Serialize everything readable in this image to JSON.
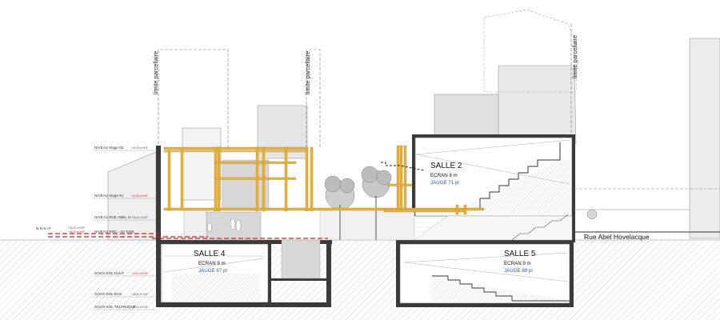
{
  "section": {
    "limite_labels": [
      "limite parcellaire",
      "limite parcellaire",
      "limite parcellaire"
    ],
    "street": "Rue Abel Hovelacque",
    "levels": [
      {
        "name": "NIVEAU étage 02",
        "value": "+40,45 m  NGF",
        "red": false
      },
      {
        "name": "NIVEAU étage 01",
        "value": "+40,35 m  NGF",
        "red": true
      },
      {
        "name": "NIVEAU RUE ABEL H.",
        "value": "+36,45 m  NGF",
        "red": false
      },
      {
        "name": "N.N.S.I.F.",
        "value": "+35,40 m  NGF",
        "red": false
      },
      {
        "name": "NIVEAU RDC - AV GOB",
        "value": "+35,25 m  NGF",
        "red": true
      },
      {
        "name": "SOUS-SOL HAUT",
        "value": "+31,80 m  NGF",
        "red": true
      },
      {
        "name": "SOUS-SOL BAS",
        "value": "+28,85 m  NGF",
        "red": false
      },
      {
        "name": "SOUS-SOL TECHNIQUE",
        "value": "+27,40 m  NGF",
        "red": false
      }
    ],
    "rooms": [
      {
        "title": "SALLE 2",
        "screen": "ECRAN 8 m",
        "capacity": "JAUGE 71 pl"
      },
      {
        "title": "SALLE 4",
        "screen": "ECRAN 9 m",
        "capacity": "JAUGE 97 pl"
      },
      {
        "title": "SALLE 5",
        "screen": "ECRAN 9 m",
        "capacity": "JAUGE 89 pl"
      }
    ]
  },
  "colors": {
    "structure": "#e2b347",
    "wall": "#3a3a3a",
    "red_line": "#d42020",
    "ground_hatch": "#c8c8c8"
  }
}
